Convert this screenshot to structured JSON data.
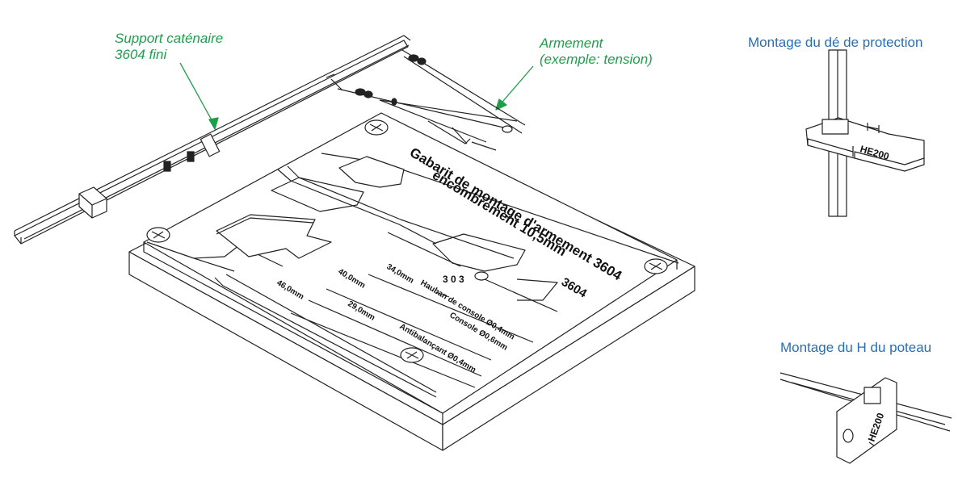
{
  "callouts": {
    "support": {
      "line1": "Support caténaire",
      "line2": "3604 fini"
    },
    "armement": {
      "line1": "Armement",
      "line2": "(exemple: tension)"
    },
    "de_protection": "Montage du dé de protection",
    "h_poteau": "Montage du H du poteau"
  },
  "plate": {
    "title_line1": "Gabarit de montage d'armement 3604",
    "title_line2": "encombrement 10,5mm",
    "part_number": "3604",
    "scale_digits": "3 0 3",
    "dim_34": "34,0mm",
    "dim_40": "40,0mm",
    "dim_46": "46,0mm",
    "dim_29": "29,0mm",
    "label_hauban": "Hauban de console Ø0,4mm",
    "label_console": "Console Ø0,6mm",
    "label_antibalancant": "Antibalançant Ø0,4mm"
  },
  "parts": {
    "h_label_1": "HE200",
    "h_label_2": "HE200"
  },
  "colors": {
    "callout_green": "#1f9e4a",
    "callout_blue": "#2a6eb0",
    "line": "#222222"
  }
}
